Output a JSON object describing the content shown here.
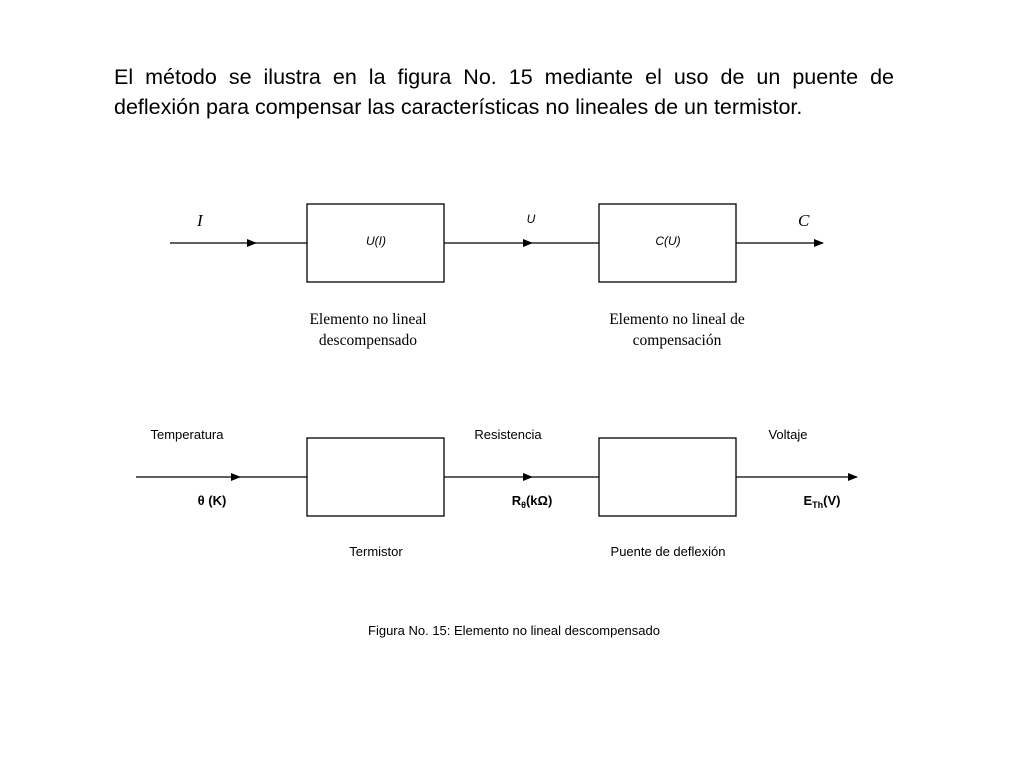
{
  "intro_text": "El método se ilustra en la figura No. 15 mediante el uso de un puente de deflexión para compensar las características no lineales de un termistor.",
  "top_diagram": {
    "input": "I",
    "block1": "U(I)",
    "middle": "U",
    "block2": "C(U)",
    "output": "C",
    "caption1_line1": "Elemento no lineal",
    "caption1_line2": "descompensado",
    "caption2_line1": "Elemento no lineal de",
    "caption2_line2": "compensación"
  },
  "bottom_diagram": {
    "input_label": "Temperatura",
    "input_symbol": "θ (K)",
    "middle_label": "Resistencia",
    "middle_symbol_main": "R",
    "middle_symbol_sub": "θ",
    "middle_symbol_unit": "(kΩ)",
    "output_label": "Voltaje",
    "output_symbol_main": "E",
    "output_symbol_sub": "Th",
    "output_symbol_unit": "(V)",
    "block1_caption": "Termistor",
    "block2_caption": "Puente de deflexión"
  },
  "figure_caption": "Figura No. 15: Elemento no lineal descompensado"
}
